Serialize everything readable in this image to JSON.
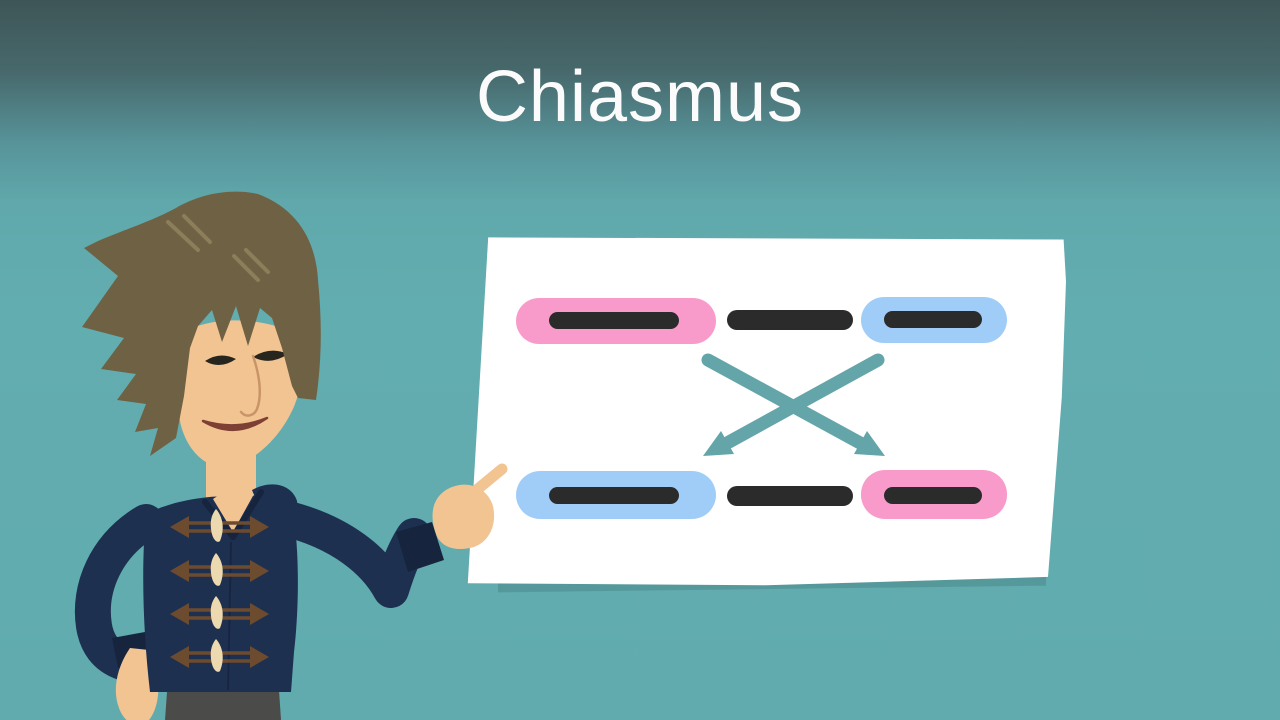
{
  "scene": {
    "title": "Chiasmus",
    "background": {
      "top": "#3e5557",
      "main": "#62adb0"
    }
  },
  "whiteboard": {
    "fill": "#ffffff",
    "rows": [
      {
        "position": "top",
        "items": [
          {
            "shape": "pill",
            "name": "element-a",
            "fill": "#f99bca",
            "bar_fill": "#2b2b2b"
          },
          {
            "shape": "bar",
            "name": "connector",
            "fill": "#2b2b2b"
          },
          {
            "shape": "pill",
            "name": "element-b",
            "fill": "#a0cdf8",
            "bar_fill": "#2b2b2b"
          }
        ]
      },
      {
        "position": "bottom",
        "items": [
          {
            "shape": "pill",
            "name": "element-b-mirrored",
            "fill": "#a0cdf8",
            "bar_fill": "#2b2b2b"
          },
          {
            "shape": "bar",
            "name": "connector",
            "fill": "#2b2b2b"
          },
          {
            "shape": "pill",
            "name": "element-a-mirrored",
            "fill": "#f99bca",
            "bar_fill": "#2b2b2b"
          }
        ]
      }
    ],
    "arrows": {
      "type": "crossed",
      "color": "#63a5a8"
    }
  },
  "character": {
    "description": "cartoon man with shaggy brown hair in navy duffle coat pointing at whiteboard",
    "colors": {
      "hair": "#6f6143",
      "hair_highlight": "#8c7e5a",
      "skin": "#f2c492",
      "jacket": "#1e3050",
      "jacket_dark": "#16243e",
      "toggle": "#6d4b2f",
      "toggle_pin": "#ecd9b0",
      "pants": "#4b4b49",
      "eyes": "#26261f",
      "nose_line": "#c99568",
      "mouth": "#7e4034"
    }
  }
}
